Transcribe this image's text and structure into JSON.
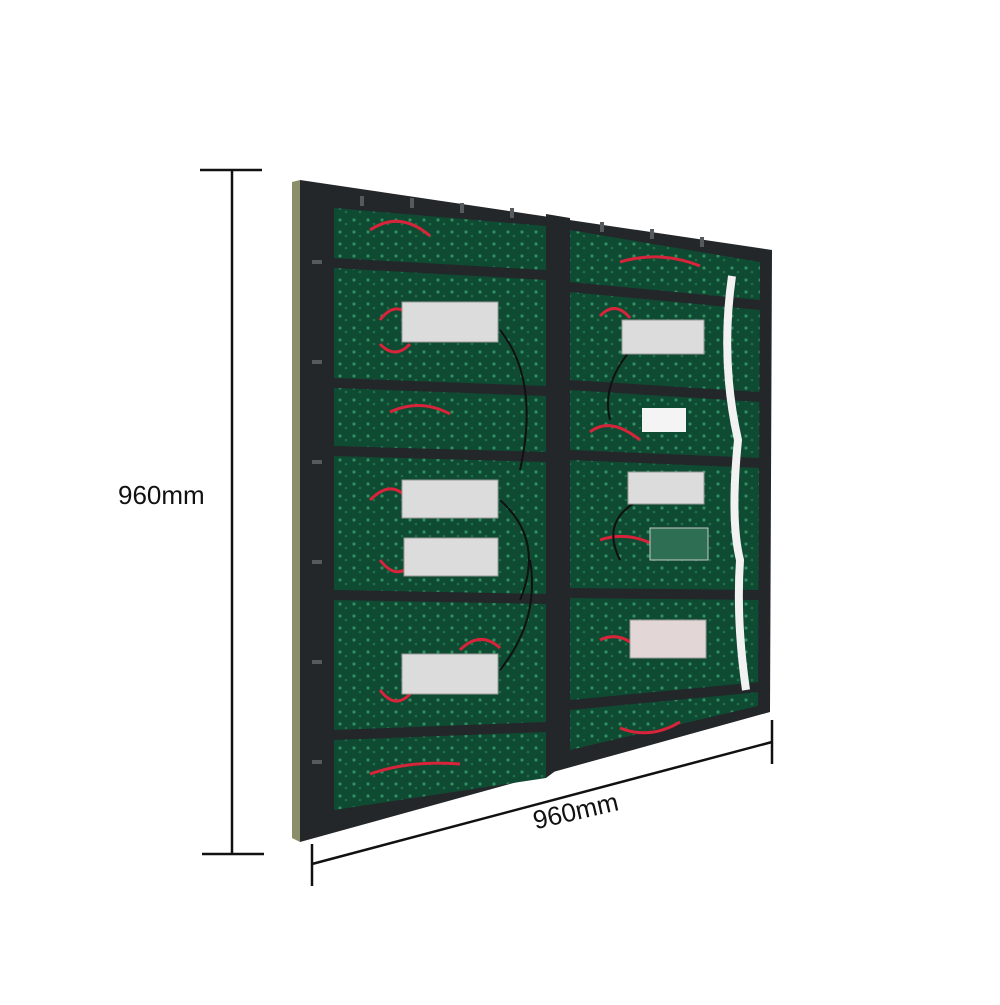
{
  "dimensions": {
    "height_label": "960mm",
    "width_label": "960mm"
  },
  "colors": {
    "background": "#ffffff",
    "frame": "#23272a",
    "pcb": "#0f4a32",
    "pcb_highlight": "#1d6b47",
    "led_dot": "#2f8f5f",
    "power_supply": "#dcdcdc",
    "wire_red": "#d8243a",
    "cable_white": "#f2f2f2",
    "dimension_line": "#111111"
  },
  "icons": [
    "dimension-line-vertical",
    "dimension-line-horizontal"
  ]
}
